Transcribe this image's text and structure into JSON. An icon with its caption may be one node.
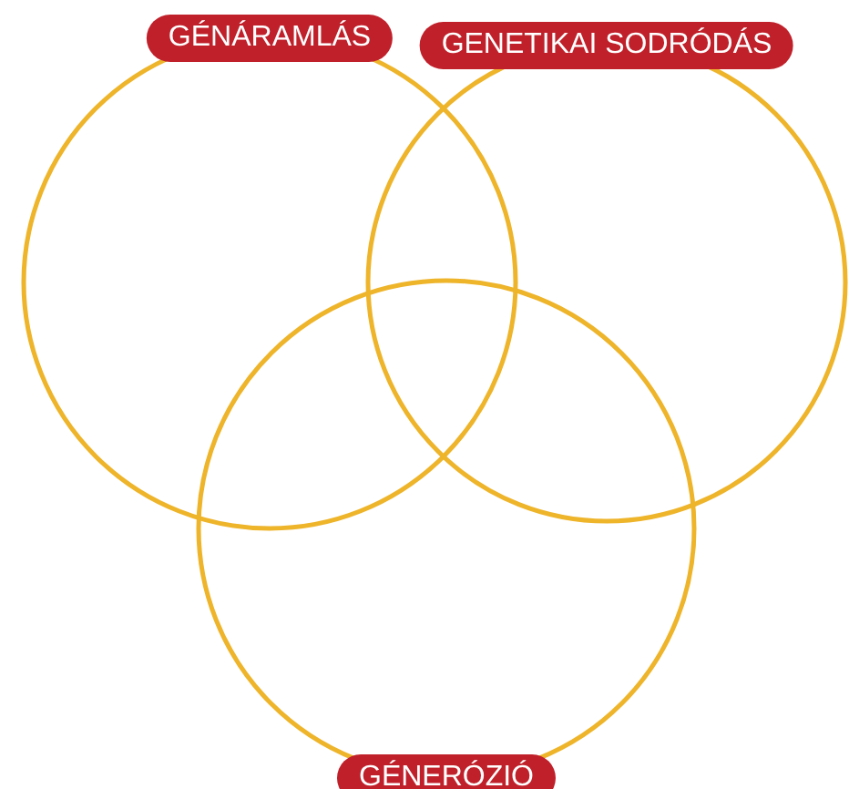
{
  "diagram": {
    "nodes": [
      {
        "text": [
          "GÉNÁRAMLÁS"
        ]
      },
      {
        "text": [
          "GENETIKAI SODRÓDÁS"
        ]
      },
      {
        "text": [
          "GÉNERÓZIÓ"
        ]
      }
    ]
  }
}
